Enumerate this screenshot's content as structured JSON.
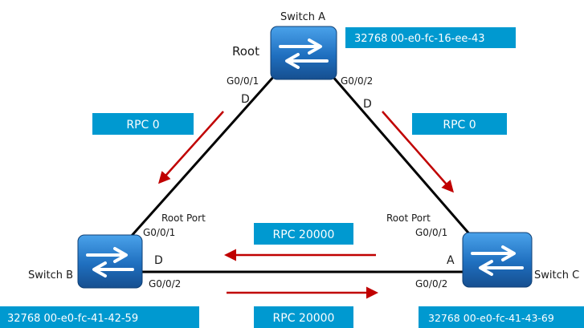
{
  "colors": {
    "link": "#000000",
    "arrow": "#c00000",
    "label_box": "#0099d0",
    "label_text": "#ffffff",
    "switch_body": "#1f6fbf",
    "switch_light": "#3f97e3",
    "switch_dark": "#124f8f",
    "text": "#1a1a1a"
  },
  "icons": {
    "switch": "switch-icon"
  },
  "switches": {
    "a": {
      "name": "Switch A",
      "role": "Root",
      "id": "32768 00-e0-fc-16-ee-43",
      "ports": [
        {
          "name": "G0/0/1",
          "state": "D"
        },
        {
          "name": "G0/0/2",
          "state": "D"
        }
      ]
    },
    "b": {
      "name": "Switch B",
      "id": "32768 00-e0-fc-41-42-59",
      "ports": [
        {
          "name": "G0/0/1",
          "role": "Root Port"
        },
        {
          "name": "G0/0/2",
          "state": "D"
        }
      ]
    },
    "c": {
      "name": "Switch C",
      "id": "32768 00-e0-fc-41-43-69",
      "ports": [
        {
          "name": "G0/0/1",
          "role": "Root Port"
        },
        {
          "name": "G0/0/2",
          "state": "A"
        }
      ]
    }
  },
  "rpc_labels": {
    "a_to_b": "RPC 0",
    "a_to_c": "RPC 0",
    "c_to_b": "RPC 20000",
    "b_to_c": "RPC 20000"
  }
}
